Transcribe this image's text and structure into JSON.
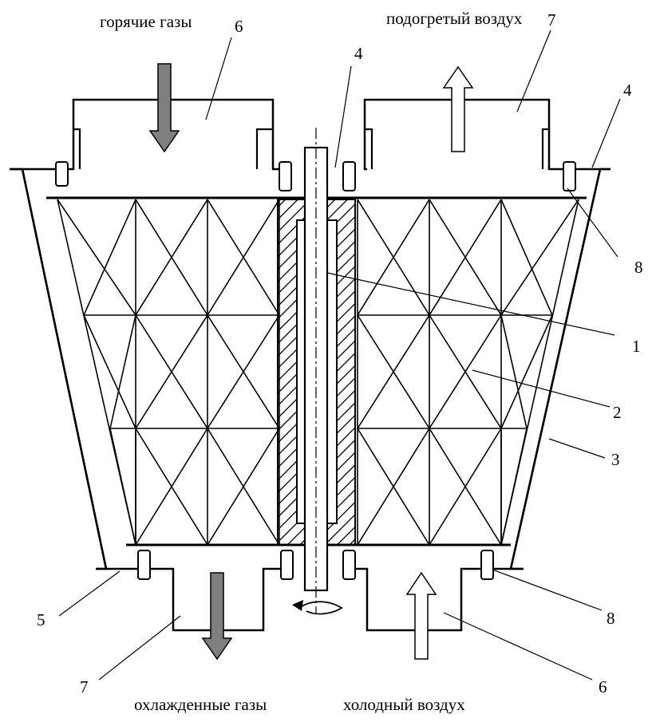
{
  "flow_labels": {
    "hot_gases": "горячие газы",
    "heated_air": "подогретый воздух",
    "cooled_gases": "охлажденные газы",
    "cold_air": "холодный воздух"
  },
  "callouts": {
    "n6_top": "6",
    "n7_top": "7",
    "n4_shaft": "4",
    "n4_right": "4",
    "n8_upper": "8",
    "n1": "1",
    "n2": "2",
    "n3": "3",
    "n5": "5",
    "n8_lower": "8",
    "n7_bottom": "7",
    "n6_bottom": "6"
  },
  "colors": {
    "gas_arrow": "#7f7f7f",
    "air_arrow": "#ffffff",
    "line": "#000000"
  }
}
